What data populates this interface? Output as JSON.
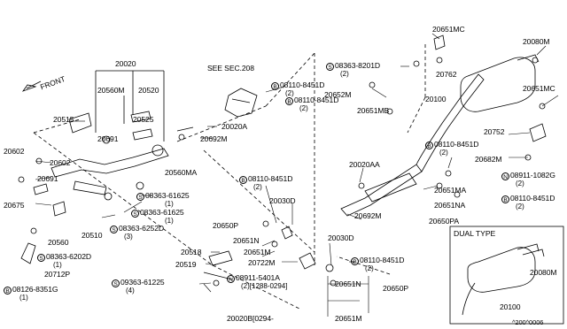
{
  "diagram": {
    "see_section": "SEE SEC.208",
    "front_label": "FRONT",
    "inset": {
      "title": "DUAL TYPE",
      "parts": [
        "20100",
        "20080M"
      ]
    },
    "catalog_ref": "^200^0006",
    "parts": [
      {
        "id": "p20020",
        "text": "20020"
      },
      {
        "id": "p20560M",
        "text": "20560M"
      },
      {
        "id": "p20520",
        "text": "20520"
      },
      {
        "id": "p20515",
        "text": "20515"
      },
      {
        "id": "p20525",
        "text": "20525"
      },
      {
        "id": "p20691a",
        "text": "20691"
      },
      {
        "id": "p20602a",
        "text": "20602"
      },
      {
        "id": "p20602b",
        "text": "20602"
      },
      {
        "id": "p20691b",
        "text": "20691"
      },
      {
        "id": "p20560MA",
        "text": "20560MA"
      },
      {
        "id": "p20675",
        "text": "20675"
      },
      {
        "id": "p20560",
        "text": "20560"
      },
      {
        "id": "p20510",
        "text": "20510"
      },
      {
        "id": "p20712P",
        "text": "20712P"
      },
      {
        "id": "p20020A",
        "text": "20020A"
      },
      {
        "id": "p20692M_a",
        "text": "20692M"
      },
      {
        "id": "p20650P_a",
        "text": "20650P"
      },
      {
        "id": "p20651N_a",
        "text": "20651N"
      },
      {
        "id": "p20651M_a",
        "text": "20651M"
      },
      {
        "id": "p20518",
        "text": "20518"
      },
      {
        "id": "p20519",
        "text": "20519"
      },
      {
        "id": "p20722M",
        "text": "20722M"
      },
      {
        "id": "p20030D_a",
        "text": "20030D"
      },
      {
        "id": "p20030D_b",
        "text": "20030D"
      },
      {
        "id": "p20651N_b",
        "text": "20651N"
      },
      {
        "id": "p20650P_b",
        "text": "20650P"
      },
      {
        "id": "p20651M_b",
        "text": "20651M"
      },
      {
        "id": "p20020B",
        "text": "20020B[0294-"
      },
      {
        "id": "p20651MC_a",
        "text": "20651MC"
      },
      {
        "id": "p20080M",
        "text": "20080M"
      },
      {
        "id": "p20762",
        "text": "20762"
      },
      {
        "id": "p20652M",
        "text": "20652M"
      },
      {
        "id": "p20100",
        "text": "20100"
      },
      {
        "id": "p20651MB",
        "text": "20651MB"
      },
      {
        "id": "p20651MC_b",
        "text": "20651MC"
      },
      {
        "id": "p20752",
        "text": "20752"
      },
      {
        "id": "p20682M",
        "text": "20682M"
      },
      {
        "id": "p20020AA",
        "text": "20020AA"
      },
      {
        "id": "p20692M_b",
        "text": "20692M"
      },
      {
        "id": "p20651MA",
        "text": "20651MA"
      },
      {
        "id": "p20651NA",
        "text": "20651NA"
      },
      {
        "id": "p20650PA",
        "text": "20650PA"
      }
    ],
    "callouts": [
      {
        "id": "c1",
        "marker": "S",
        "text": "08363-61625",
        "sub": "(1)"
      },
      {
        "id": "c2",
        "marker": "S",
        "text": "08363-61625",
        "sub": "(1)"
      },
      {
        "id": "c3",
        "marker": "S",
        "text": "08363-6252D",
        "sub": "(3)"
      },
      {
        "id": "c4",
        "marker": "S",
        "text": "08363-6202D",
        "sub": "(1)"
      },
      {
        "id": "c5",
        "marker": "B",
        "text": "08126-8351G",
        "sub": "(1)"
      },
      {
        "id": "c6",
        "marker": "S",
        "text": "09363-61225",
        "sub": "(4)"
      },
      {
        "id": "c7",
        "marker": "B",
        "text": "08110-8451D",
        "sub": "(2)"
      },
      {
        "id": "c8",
        "marker": "B",
        "text": "08110-8451D",
        "sub": "(2)"
      },
      {
        "id": "c9",
        "marker": "N",
        "text": "08911-5401A",
        "sub": "(2)[1288-0294]"
      },
      {
        "id": "c10",
        "marker": "B",
        "text": "08110-8451D",
        "sub": "(2)"
      },
      {
        "id": "c11",
        "marker": "S",
        "text": "08363-8201D",
        "sub": "(2)"
      },
      {
        "id": "c12",
        "marker": "B",
        "text": "08110-8451D",
        "sub": "(2)"
      },
      {
        "id": "c13",
        "marker": "N",
        "text": "08911-1082G",
        "sub": "(2)"
      },
      {
        "id": "c14",
        "marker": "B",
        "text": "08110-8451D",
        "sub": "(2)"
      },
      {
        "id": "c15",
        "marker": "B",
        "text": "08110-8451D",
        "sub": "(2)"
      }
    ]
  }
}
